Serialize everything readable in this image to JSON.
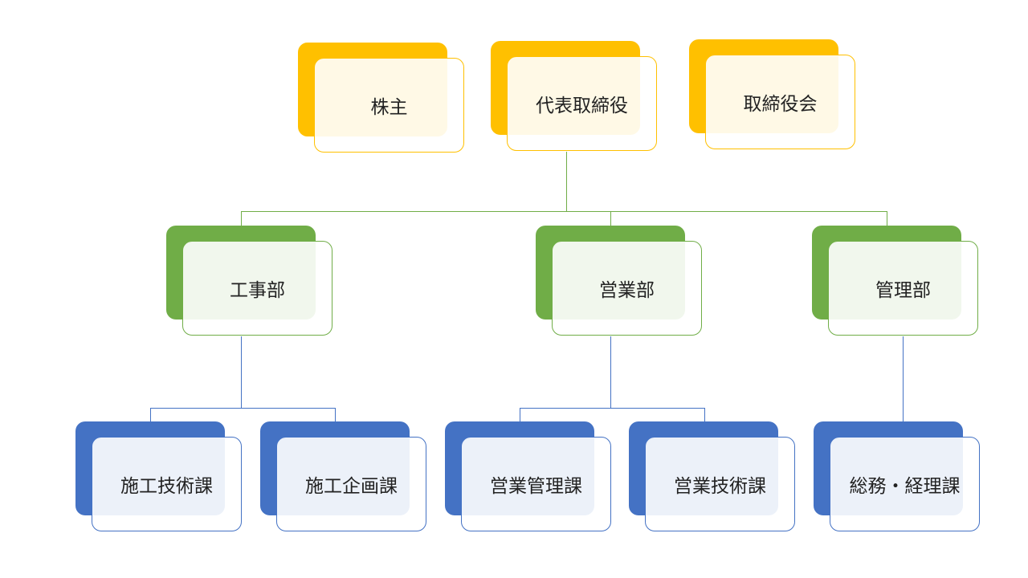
{
  "colors": {
    "executive": "#FFC000",
    "department": "#70AD47",
    "section": "#4472C4"
  },
  "executives": [
    {
      "label": "株主"
    },
    {
      "label": "代表取締役"
    },
    {
      "label": "取締役会"
    }
  ],
  "departments": [
    {
      "label": "工事部"
    },
    {
      "label": "営業部"
    },
    {
      "label": "管理部"
    }
  ],
  "sections": [
    {
      "label": "施工技術課"
    },
    {
      "label": "施工企画課"
    },
    {
      "label": "営業管理課"
    },
    {
      "label": "営業技術課"
    },
    {
      "label": "総務・経理課"
    }
  ]
}
